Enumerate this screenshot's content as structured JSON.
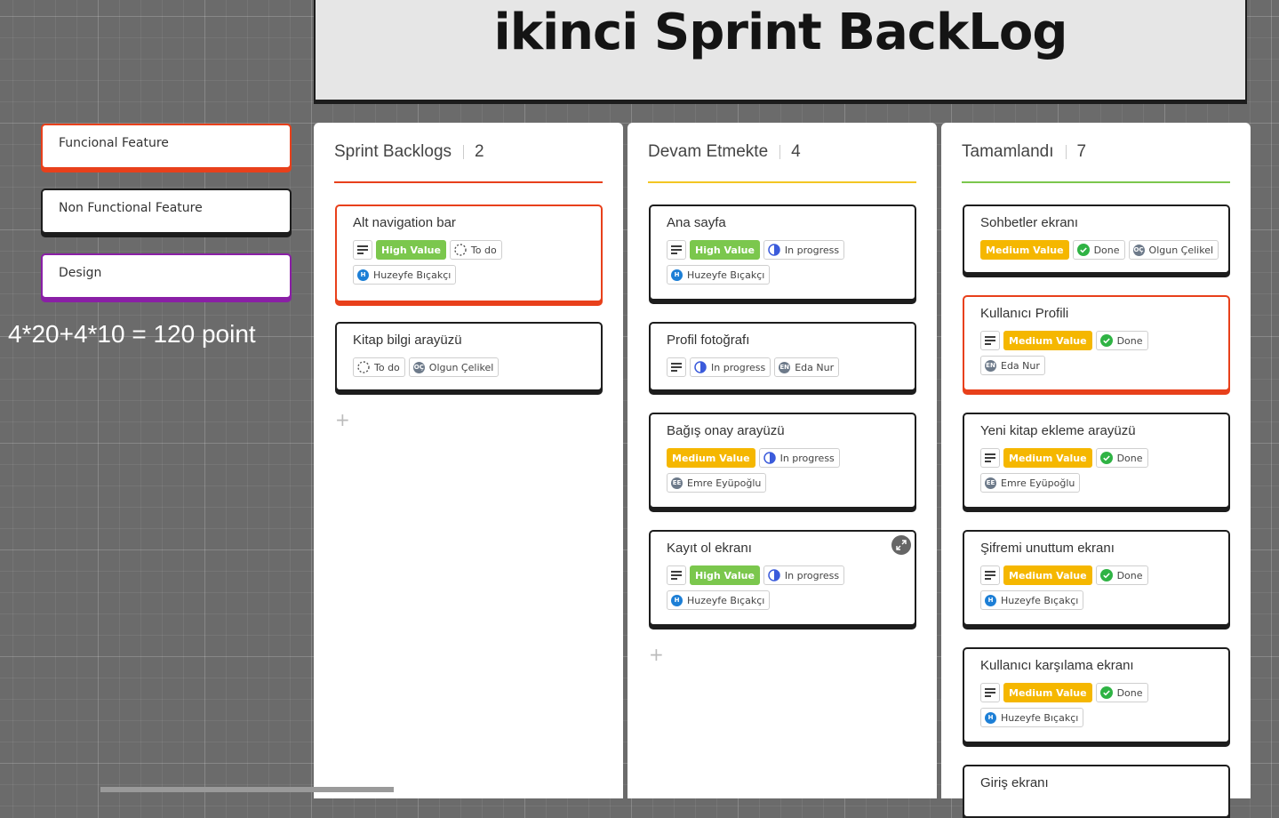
{
  "board_title": "ikinci Sprint BackLog",
  "legend": [
    "Funcional Feature",
    "Non Functional Feature",
    "Design"
  ],
  "formula": "4*20+4*10 = 120 point",
  "columns": [
    {
      "name": "Sprint Backlogs",
      "count": "2",
      "line_color": "#e8401b",
      "cards": [
        {
          "title": "Alt navigation bar",
          "value": "High Value",
          "status": "To do",
          "assignee": "Huzeyfe Bıçakçı",
          "initials": "H"
        },
        {
          "title": "Kitap bilgi arayüzü",
          "status": "To do",
          "assignee": "Olgun Çelikel",
          "initials": "OÇ"
        }
      ]
    },
    {
      "name": "Devam Etmekte",
      "count": "4",
      "line_color": "#f3c623",
      "cards": [
        {
          "title": "Ana sayfa",
          "value": "High Value",
          "status": "In progress",
          "assignee": "Huzeyfe Bıçakçı",
          "initials": "H"
        },
        {
          "title": "Profil fotoğrafı",
          "status": "In progress",
          "assignee": "Eda Nur",
          "initials": "EN"
        },
        {
          "title": "Bağış onay arayüzü",
          "value": "Medium Value",
          "status": "In progress",
          "assignee": "Emre Eyüpoğlu",
          "initials": "EE"
        },
        {
          "title": "Kayıt ol ekranı",
          "value": "High Value",
          "status": "In progress",
          "assignee": "Huzeyfe Bıçakçı",
          "initials": "H"
        }
      ]
    },
    {
      "name": "Tamamlandı",
      "count": "7",
      "line_color": "#7bc74d",
      "cards": [
        {
          "title": "Sohbetler ekranı",
          "value": "Medium Value",
          "status": "Done",
          "assignee": "Olgun Çelikel",
          "initials": "OÇ"
        },
        {
          "title": "Kullanıcı Profili",
          "value": "Medium Value",
          "status": "Done",
          "assignee": "Eda Nur",
          "initials": "EN"
        },
        {
          "title": "Yeni kitap ekleme arayüzü",
          "value": "Medium Value",
          "status": "Done",
          "assignee": "Emre Eyüpoğlu",
          "initials": "EE"
        },
        {
          "title": "Şifremi unuttum ekranı",
          "value": "Medium Value",
          "status": "Done",
          "assignee": "Huzeyfe Bıçakçı",
          "initials": "H"
        },
        {
          "title": "Kullanıcı karşılama ekranı",
          "value": "Medium Value",
          "status": "Done",
          "assignee": "Huzeyfe Bıçakçı",
          "initials": "H"
        },
        {
          "title": "Giriş ekranı"
        }
      ]
    }
  ],
  "colors": {
    "functional": "#e8401b",
    "non_functional": "#1d1d1d",
    "design": "#8a1fa6",
    "high_value": "#7bc74d",
    "medium_value": "#f5b700"
  },
  "icons": {
    "description": "lines-icon",
    "to_do": "dashed-circle-icon",
    "in_progress": "half-circle-icon",
    "done": "check-circle-icon",
    "add": "plus-icon",
    "expand": "expand-icon"
  }
}
